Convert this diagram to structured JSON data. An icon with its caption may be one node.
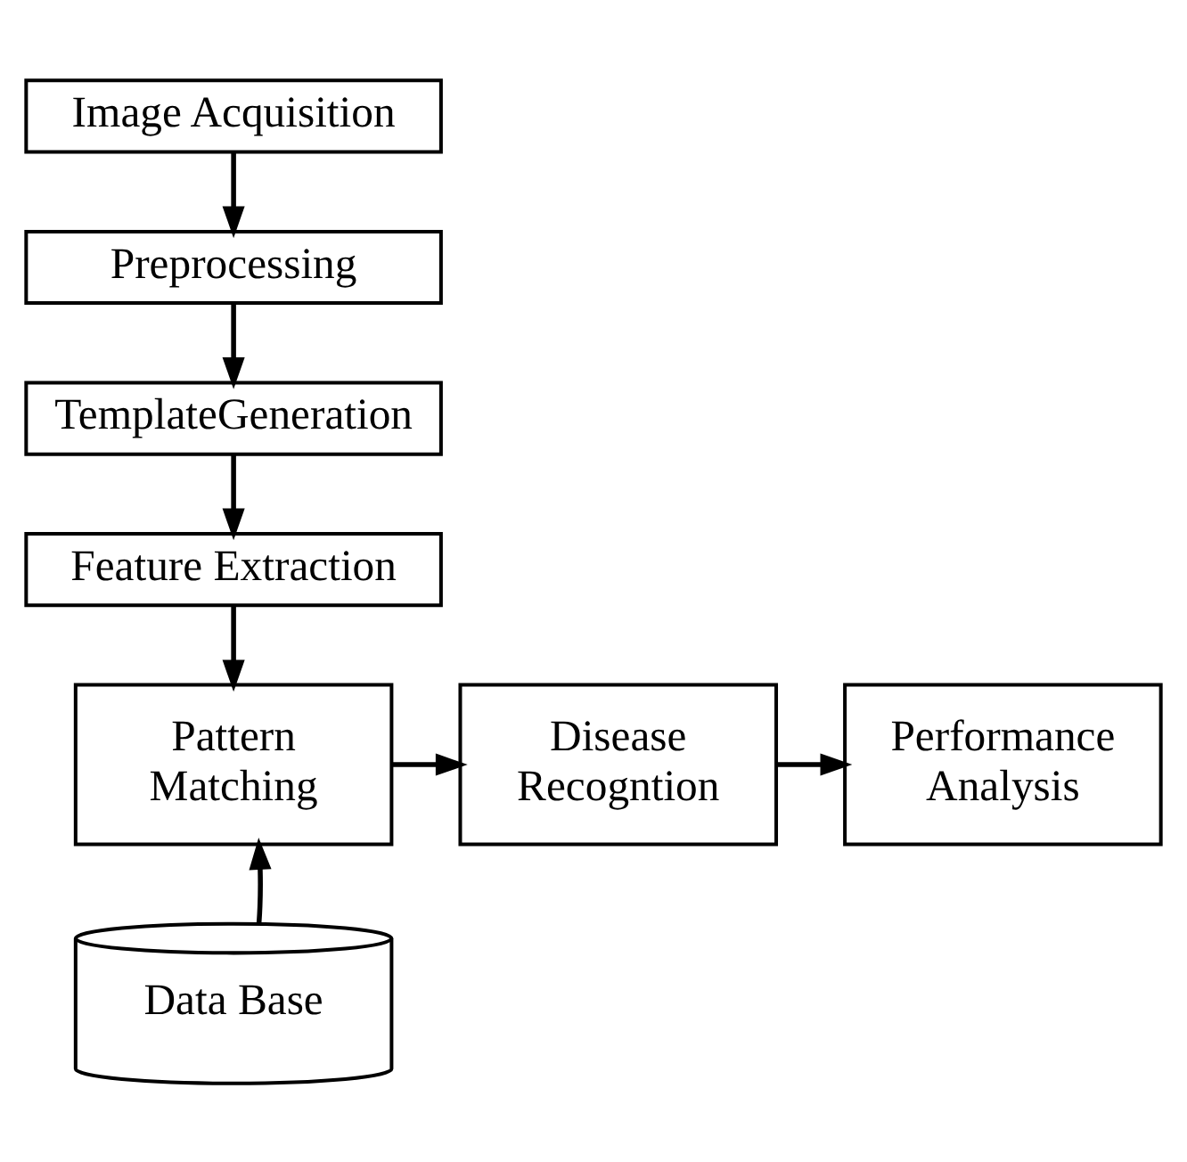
{
  "diagram": {
    "nodes": [
      {
        "text": [
          "Image Acquisition"
        ]
      },
      {
        "text": [
          "Preprocessing"
        ]
      },
      {
        "text": [
          "TemplateGeneration"
        ]
      },
      {
        "text": [
          "Feature Extraction"
        ]
      },
      {
        "text": [
          "Pattern Matching"
        ]
      },
      {
        "text": [
          "Disease Recogntion"
        ]
      },
      {
        "text": [
          "Performance Analysis"
        ]
      },
      {
        "text": [
          "Data Base"
        ]
      }
    ],
    "edges": [
      {
        "from": 0,
        "to": 1,
        "arrow": "to"
      },
      {
        "from": 1,
        "to": 2,
        "arrow": "to"
      },
      {
        "from": 2,
        "to": 3,
        "arrow": "to"
      },
      {
        "from": 3,
        "to": 4,
        "arrow": "to"
      },
      {
        "from": 7,
        "to": 4,
        "arrow": "to"
      },
      {
        "from": 4,
        "to": 5,
        "arrow": "to"
      },
      {
        "from": 5,
        "to": 6,
        "arrow": "to"
      }
    ]
  }
}
